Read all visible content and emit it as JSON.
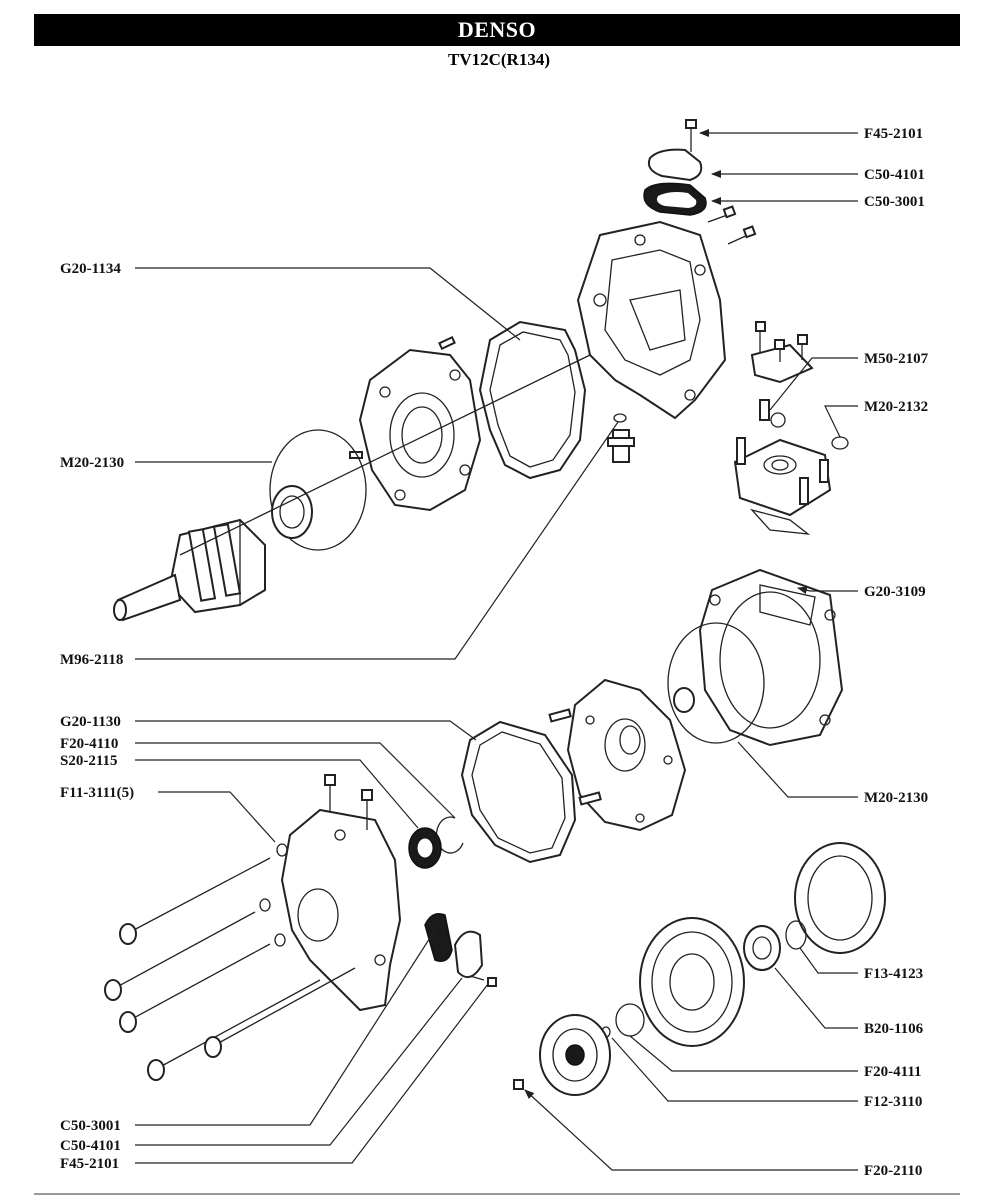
{
  "header": {
    "brand": "DENSO",
    "model": "TV12C(R134)"
  },
  "labels": {
    "f45_2101_top": "F45-2101",
    "c50_4101_top": "C50-4101",
    "c50_3001_top": "C50-3001",
    "g20_1134": "G20-1134",
    "m50_2107": "M50-2107",
    "m20_2132": "M20-2132",
    "m20_2130_left": "M20-2130",
    "g20_3109": "G20-3109",
    "m96_2118": "M96-2118",
    "g20_1130": "G20-1130",
    "f20_4110": "F20-4110",
    "s20_2115": "S20-2115",
    "f11_3111": "F11-3111(5)",
    "m20_2130_right": "M20-2130",
    "f13_4123": "F13-4123",
    "b20_1106": "B20-1106",
    "f20_4111": "F20-4111",
    "f12_3110": "F12-3110",
    "c50_3001_bottom": "C50-3001",
    "c50_4101_bottom": "C50-4101",
    "f45_2101_bottom": "F45-2101",
    "f20_2110": "F20-2110"
  }
}
